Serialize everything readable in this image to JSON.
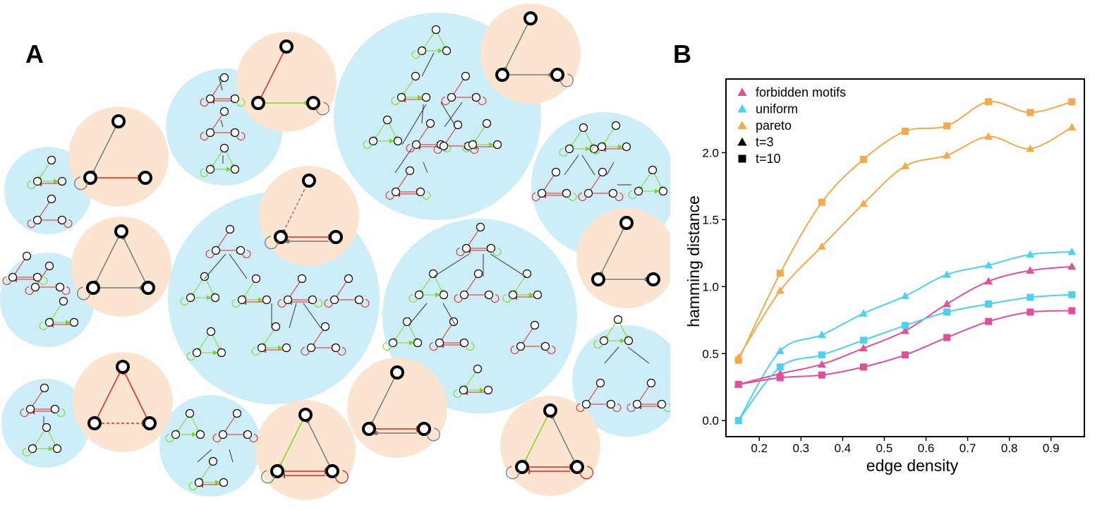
{
  "panels": {
    "a_label": "A",
    "b_label": "B"
  },
  "colors": {
    "blue_bubble": "#cdeef8",
    "orange_bubble": "#fbe5d0",
    "activation_edge": "#7ed321",
    "inhibition_edge": "#e8231e",
    "neutral_edge": "#7a7a7a",
    "forbidden_motifs": "#e0509a",
    "uniform": "#4fd0f0",
    "pareto": "#f5a94d"
  },
  "chart_data": {
    "type": "line",
    "xlabel": "edge density",
    "ylabel": "hamming distance",
    "xlim": [
      0.12,
      0.98
    ],
    "ylim": [
      -0.12,
      2.55
    ],
    "xticks": [
      "0.2",
      "0.3",
      "0.4",
      "0.5",
      "0.6",
      "0.7",
      "0.8",
      "0.9"
    ],
    "yticks": [
      "0.0",
      "0.5",
      "1.0",
      "1.5",
      "2.0"
    ],
    "x": [
      0.15,
      0.25,
      0.35,
      0.45,
      0.55,
      0.65,
      0.75,
      0.85,
      0.95
    ],
    "legend": [
      {
        "label": "forbidden motifs",
        "marker": "triangle",
        "color": "#e0509a"
      },
      {
        "label": "uniform",
        "marker": "triangle",
        "color": "#4fd0f0"
      },
      {
        "label": "pareto",
        "marker": "triangle",
        "color": "#f5a94d"
      },
      {
        "label": "t=3",
        "marker": "triangle",
        "color": "#000000"
      },
      {
        "label": "t=10",
        "marker": "square",
        "color": "#000000"
      }
    ],
    "legend_position": "top-left",
    "series": [
      {
        "model": "pareto",
        "t": "t=10",
        "marker": "square",
        "color": "#f5a94d",
        "values": [
          0.45,
          1.1,
          1.63,
          1.95,
          2.16,
          2.2,
          2.38,
          2.3,
          2.38
        ]
      },
      {
        "model": "pareto",
        "t": "t=3",
        "marker": "triangle",
        "color": "#f5a94d",
        "values": [
          0.47,
          0.97,
          1.3,
          1.62,
          1.9,
          1.98,
          2.12,
          2.03,
          2.19
        ]
      },
      {
        "model": "uniform",
        "t": "t=3",
        "marker": "triangle",
        "color": "#4fd0f0",
        "values": [
          0.0,
          0.52,
          0.64,
          0.8,
          0.93,
          1.09,
          1.16,
          1.24,
          1.26
        ]
      },
      {
        "model": "forbidden motifs",
        "t": "t=3",
        "marker": "triangle",
        "color": "#e0509a",
        "values": [
          0.27,
          0.35,
          0.42,
          0.54,
          0.67,
          0.87,
          1.04,
          1.12,
          1.15
        ]
      },
      {
        "model": "uniform",
        "t": "t=10",
        "marker": "square",
        "color": "#4fd0f0",
        "values": [
          0.0,
          0.4,
          0.49,
          0.6,
          0.71,
          0.81,
          0.87,
          0.92,
          0.94
        ]
      },
      {
        "model": "forbidden motifs",
        "t": "t=10",
        "marker": "square",
        "color": "#e0509a",
        "values": [
          0.27,
          0.32,
          0.34,
          0.4,
          0.49,
          0.62,
          0.74,
          0.81,
          0.82
        ]
      }
    ]
  }
}
